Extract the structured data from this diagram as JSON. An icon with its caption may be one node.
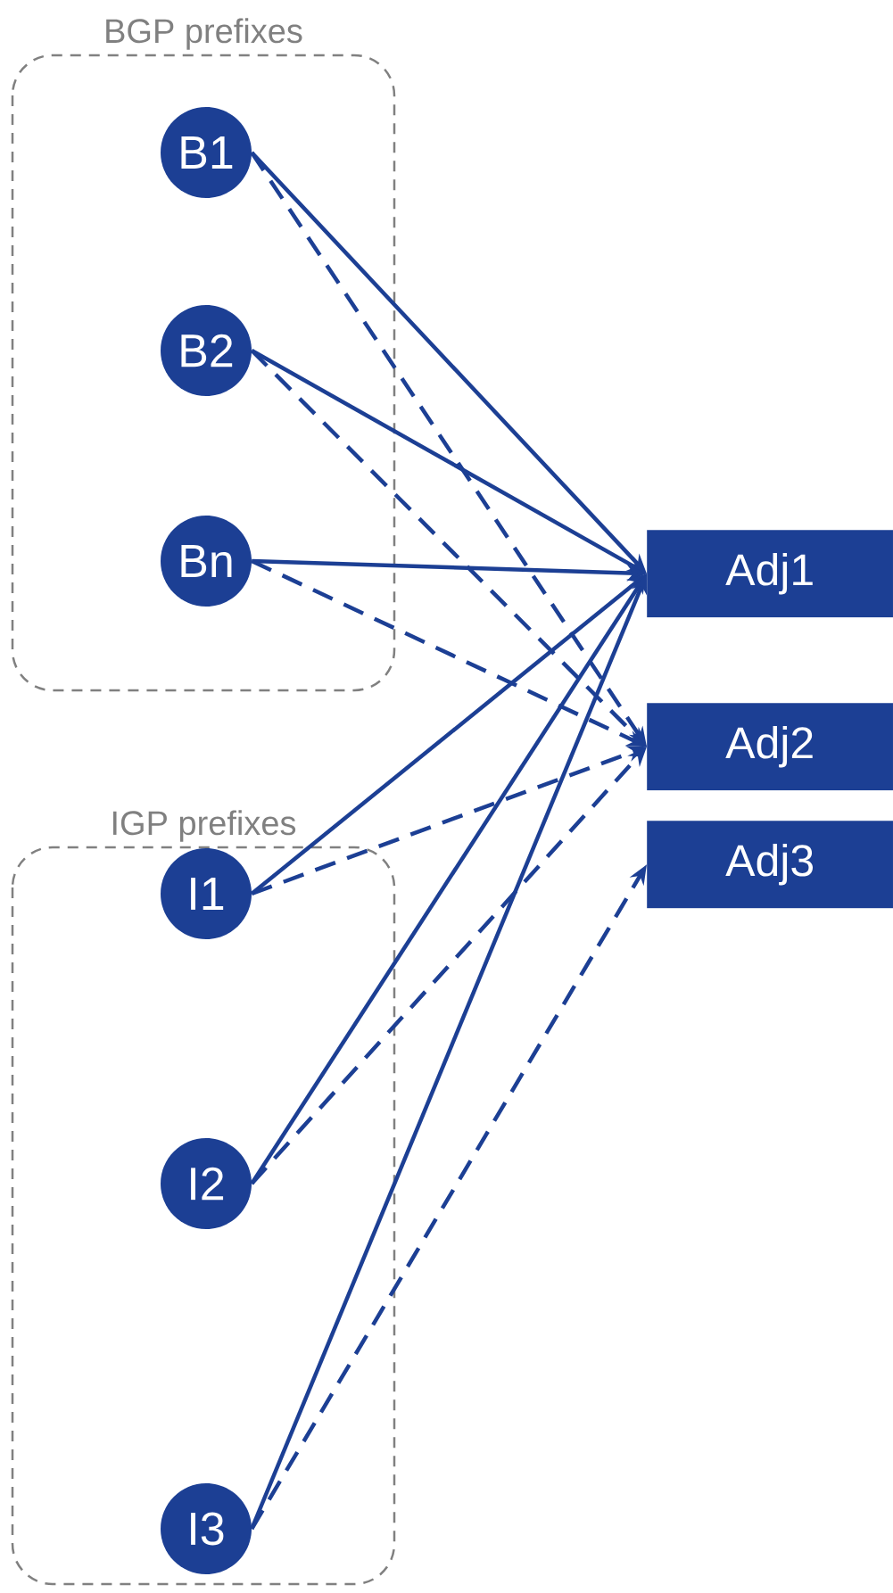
{
  "diagram": {
    "nodes": [
      {
        "text": [
          "BGP prefixes"
        ]
      },
      {
        "text": [
          "B1"
        ],
        "in": 0
      },
      {
        "text": [
          "B2"
        ],
        "in": 0
      },
      {
        "text": [
          "Bn"
        ],
        "in": 0
      },
      {
        "text": [
          "IGP prefixes"
        ]
      },
      {
        "text": [
          "I1"
        ],
        "in": 4
      },
      {
        "text": [
          "I2"
        ],
        "in": 4
      },
      {
        "text": [
          "I3"
        ],
        "in": 4
      },
      {
        "text": [
          "Adj1"
        ]
      },
      {
        "text": [
          "Adj2"
        ]
      },
      {
        "text": [
          "Adj3"
        ]
      }
    ],
    "edges": [
      {
        "from": 1,
        "to": 8,
        "arrow": "to"
      },
      {
        "from": 1,
        "to": 9,
        "arrow": "to",
        "style": "dashed"
      },
      {
        "from": 2,
        "to": 8,
        "arrow": "to"
      },
      {
        "from": 2,
        "to": 9,
        "arrow": "to",
        "style": "dashed"
      },
      {
        "from": 3,
        "to": 8,
        "arrow": "to"
      },
      {
        "from": 3,
        "to": 9,
        "arrow": "to",
        "style": "dashed"
      },
      {
        "from": 5,
        "to": 8,
        "arrow": "to"
      },
      {
        "from": 5,
        "to": 9,
        "arrow": "to",
        "style": "dashed"
      },
      {
        "from": 6,
        "to": 8,
        "arrow": "to"
      },
      {
        "from": 6,
        "to": 9,
        "arrow": "to",
        "style": "dashed"
      },
      {
        "from": 7,
        "to": 8,
        "arrow": "to"
      },
      {
        "from": 7,
        "to": 10,
        "arrow": "to",
        "style": "dashed"
      }
    ]
  }
}
